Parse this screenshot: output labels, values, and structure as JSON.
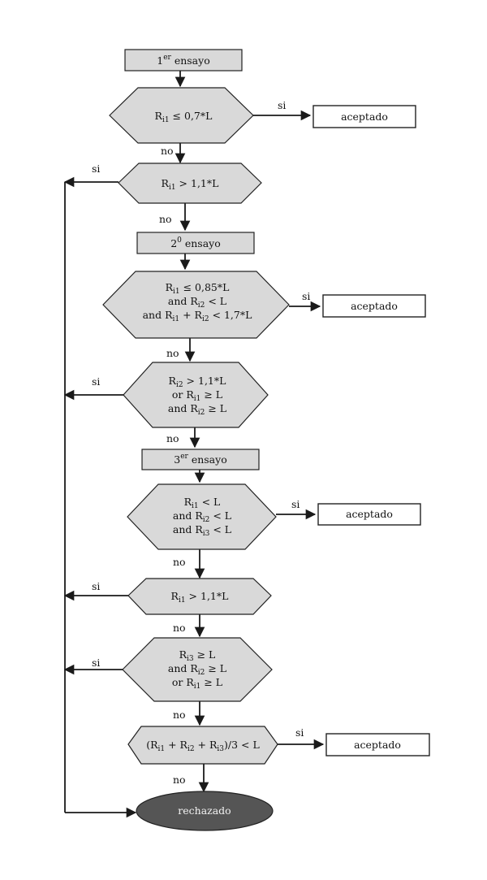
{
  "steps": {
    "first": {
      "base": "1",
      "sup": "er",
      "rest": " ensayo"
    },
    "second": {
      "base": "2",
      "sup": "0",
      "rest": " ensayo"
    },
    "third": {
      "base": "3",
      "sup": "er",
      "rest": " ensayo"
    }
  },
  "decisions": {
    "d1": [
      {
        "R": "R",
        "sub": "i1",
        "rest": " ≤ 0,7*L"
      }
    ],
    "d2": [
      {
        "R": "R",
        "sub": "i1",
        "rest": " > 1,1*L"
      }
    ],
    "d3": [
      {
        "R": "R",
        "sub": "i1",
        "rest": " ≤ 0,85*L"
      },
      {
        "pre": "and ",
        "R": "R",
        "sub": "i2",
        "rest": " < L"
      },
      {
        "pre": "and ",
        "R": "R",
        "sub": "i1",
        "mid": " + ",
        "R2": "R",
        "sub2": "i2",
        "rest": " < 1,7*L"
      }
    ],
    "d4": [
      {
        "R": "R",
        "sub": "i2",
        "rest": " > 1,1*L"
      },
      {
        "pre": "or ",
        "R": "R",
        "sub": "i1",
        "rest": " ≥ L"
      },
      {
        "pre": "and ",
        "R": "R",
        "sub": "i2",
        "rest": " ≥ L"
      }
    ],
    "d5": [
      {
        "R": "R",
        "sub": "i1",
        "rest": " < L"
      },
      {
        "pre": "and ",
        "R": "R",
        "sub": "i2",
        "rest": " < L"
      },
      {
        "pre": "and ",
        "R": "R",
        "sub": "i3",
        "rest": " < L"
      }
    ],
    "d6": [
      {
        "R": "R",
        "sub": "i1",
        "rest": " > 1,1*L"
      }
    ],
    "d7": [
      {
        "R": "R",
        "sub": "i3",
        "rest": " ≥ L"
      },
      {
        "pre": "and ",
        "R": "R",
        "sub": "i2",
        "rest": " ≥ L"
      },
      {
        "pre": "or ",
        "R": "R",
        "sub": "i1",
        "rest": " ≥ L"
      }
    ],
    "d8": [
      {
        "pre": "(",
        "R": "R",
        "sub": "i1",
        "mid": " + ",
        "R2": "R",
        "sub2": "i2",
        "mid2": " + ",
        "R3": "R",
        "sub3": "i3",
        "rest": ")/3 < L"
      }
    ]
  },
  "outcomes": {
    "accepted": "aceptado",
    "rejected": "rechazado"
  },
  "edge_labels": {
    "yes": "si",
    "no": "no"
  }
}
